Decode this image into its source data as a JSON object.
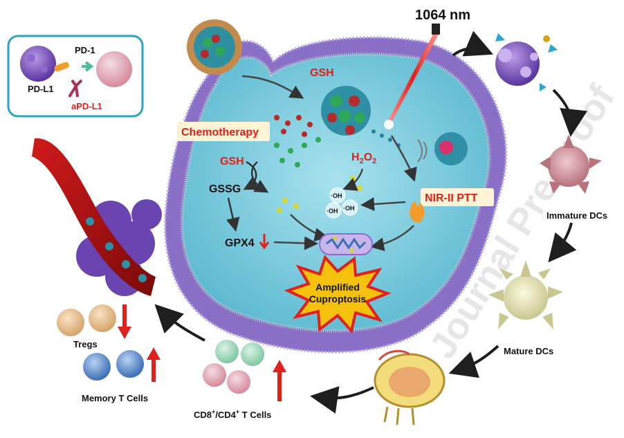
{
  "inset": {
    "pd1_label": "PD-1",
    "pdl1_label": "PD-L1",
    "apdl1_label": "aPD-L1"
  },
  "laser": {
    "wavelength_label": "1064 nm"
  },
  "cell": {
    "gsh_top_label": "GSH",
    "chemotherapy_label": "Chemotherapy",
    "gsh_left_label": "GSH",
    "gssg_label": "GSSG",
    "gpx4_label": "GPX4",
    "h2o2_label": "H2O2",
    "oh_label": "·OH",
    "nir_ptt_label": "NIR-II PTT",
    "outcome_line1": "Amplified",
    "outcome_line2": "Cuproptosis"
  },
  "immune": {
    "immature_dcs_label": "Immature DCs",
    "mature_dcs_label": "Mature DCs",
    "cd8_cd4_label": "CD8+/CD4+ T Cells",
    "tregs_label": "Tregs",
    "memory_t_label": "Memory T Cells"
  },
  "watermark": "Journal Pre-proof",
  "colors": {
    "accent_red": "#e0201b",
    "inset_border": "#2aa6b8",
    "cell_interior": "#7fcfe0",
    "membrane": "#8f78c8"
  }
}
